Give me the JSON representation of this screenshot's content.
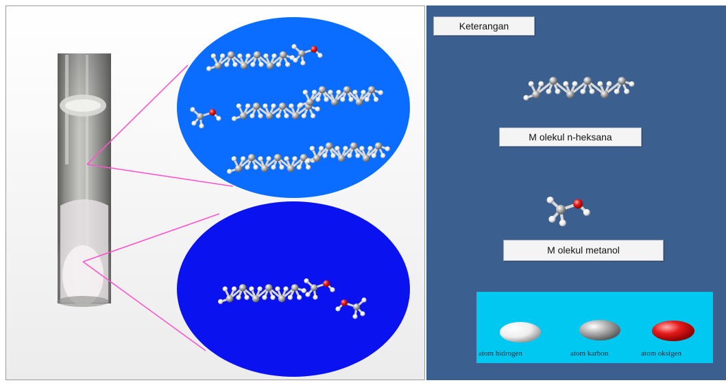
{
  "legend": {
    "title": "Keterangan",
    "hexane_label": "M olekul n-heksana",
    "methanol_label": "M olekul metanol",
    "atoms": [
      {
        "name": "atom hidrogen",
        "color": "#ffffff"
      },
      {
        "name": "atom karbon",
        "color": "#9a9a9a"
      },
      {
        "name": "atom oksigen",
        "color": "#e01010"
      }
    ]
  },
  "colors": {
    "panel_background": "#3b5f8e",
    "upper_zoom": "#0a6dff",
    "lower_zoom": "#0b12f0",
    "connector": "#ff55cc",
    "legend_background": "#00c8f0"
  }
}
